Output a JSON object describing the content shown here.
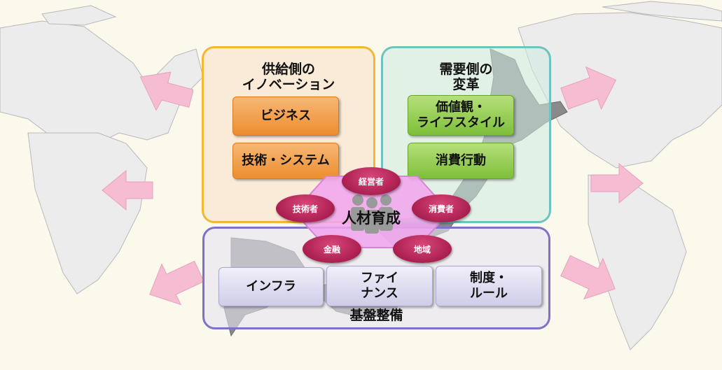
{
  "supply_panel": {
    "title_line1": "供給側の",
    "title_line2": "イノベーション",
    "box1": "ビジネス",
    "box2": "技術・システム"
  },
  "demand_panel": {
    "title_line1": "需要側の",
    "title_line2": "変革",
    "box1_line1": "価値観・",
    "box1_line2": "ライフスタイル",
    "box2": "消費行動"
  },
  "center": {
    "title": "人材育成",
    "nodes": {
      "executives": "経営者",
      "engineers": "技術者",
      "consumers": "消費者",
      "finance": "金融",
      "region": "地域"
    }
  },
  "infrastructure_panel": {
    "title": "基盤整備",
    "box1": "インフラ",
    "box2_line1": "ファイ",
    "box2_line2": "ナンス",
    "box3_line1": "制度・",
    "box3_line2": "ルール"
  },
  "colors": {
    "supply_border": "#f2b733",
    "demand_border": "#6cc3c0",
    "infra_border": "#7e72c8",
    "node_fill": "#c02a5e",
    "hexagon": "#f0a6ee",
    "arrow_fill": "#f5bcd2"
  }
}
